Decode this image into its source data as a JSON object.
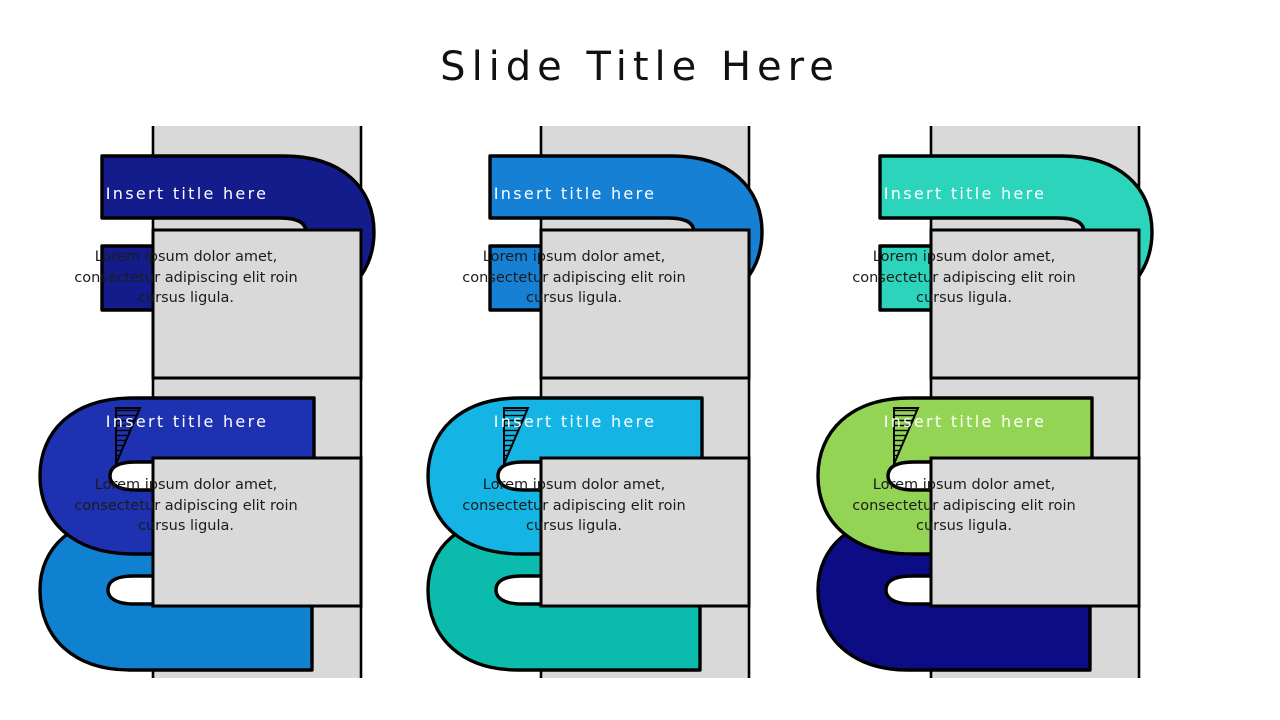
{
  "slide": {
    "title": "Slide Title Here",
    "background": "#ffffff",
    "title_color": "#111111"
  },
  "palette": {
    "strip_fill": "#d9d9d9",
    "strip_stroke": "#000000",
    "ribbon_stroke": "#000000",
    "ribbon_text": "#ffffff",
    "body_text": "#1b1b1b"
  },
  "columns": [
    {
      "name": "column-1",
      "ribbons": [
        {
          "color": "#141c8c",
          "title": "Insert title here",
          "body": "Lorem ipsum dolor amet, consectetur adipiscing elit roin cursus ligula."
        },
        {
          "color": "#1e31b0",
          "title": "Insert title here",
          "body": "Lorem ipsum dolor amet, consectetur adipiscing elit roin cursus ligula."
        },
        {
          "color": "#1080d0",
          "title": "",
          "body": ""
        }
      ]
    },
    {
      "name": "column-2",
      "ribbons": [
        {
          "color": "#1580d4",
          "title": "Insert title here",
          "body": "Lorem ipsum dolor amet, consectetur adipiscing elit roin cursus ligula."
        },
        {
          "color": "#14b4e4",
          "title": "Insert title here",
          "body": "Lorem ipsum dolor amet, consectetur adipiscing elit roin cursus ligula."
        },
        {
          "color": "#0bbcac",
          "title": "",
          "body": ""
        }
      ]
    },
    {
      "name": "column-3",
      "ribbons": [
        {
          "color": "#2cd4bc",
          "title": "Insert title here",
          "body": "Lorem ipsum dolor amet, consectetur adipiscing elit roin cursus ligula."
        },
        {
          "color": "#94d454",
          "title": "Insert title here",
          "body": "Lorem ipsum dolor amet, consectetur adipiscing elit roin cursus ligula."
        },
        {
          "color": "#0c0c84",
          "title": "",
          "body": ""
        }
      ]
    }
  ]
}
